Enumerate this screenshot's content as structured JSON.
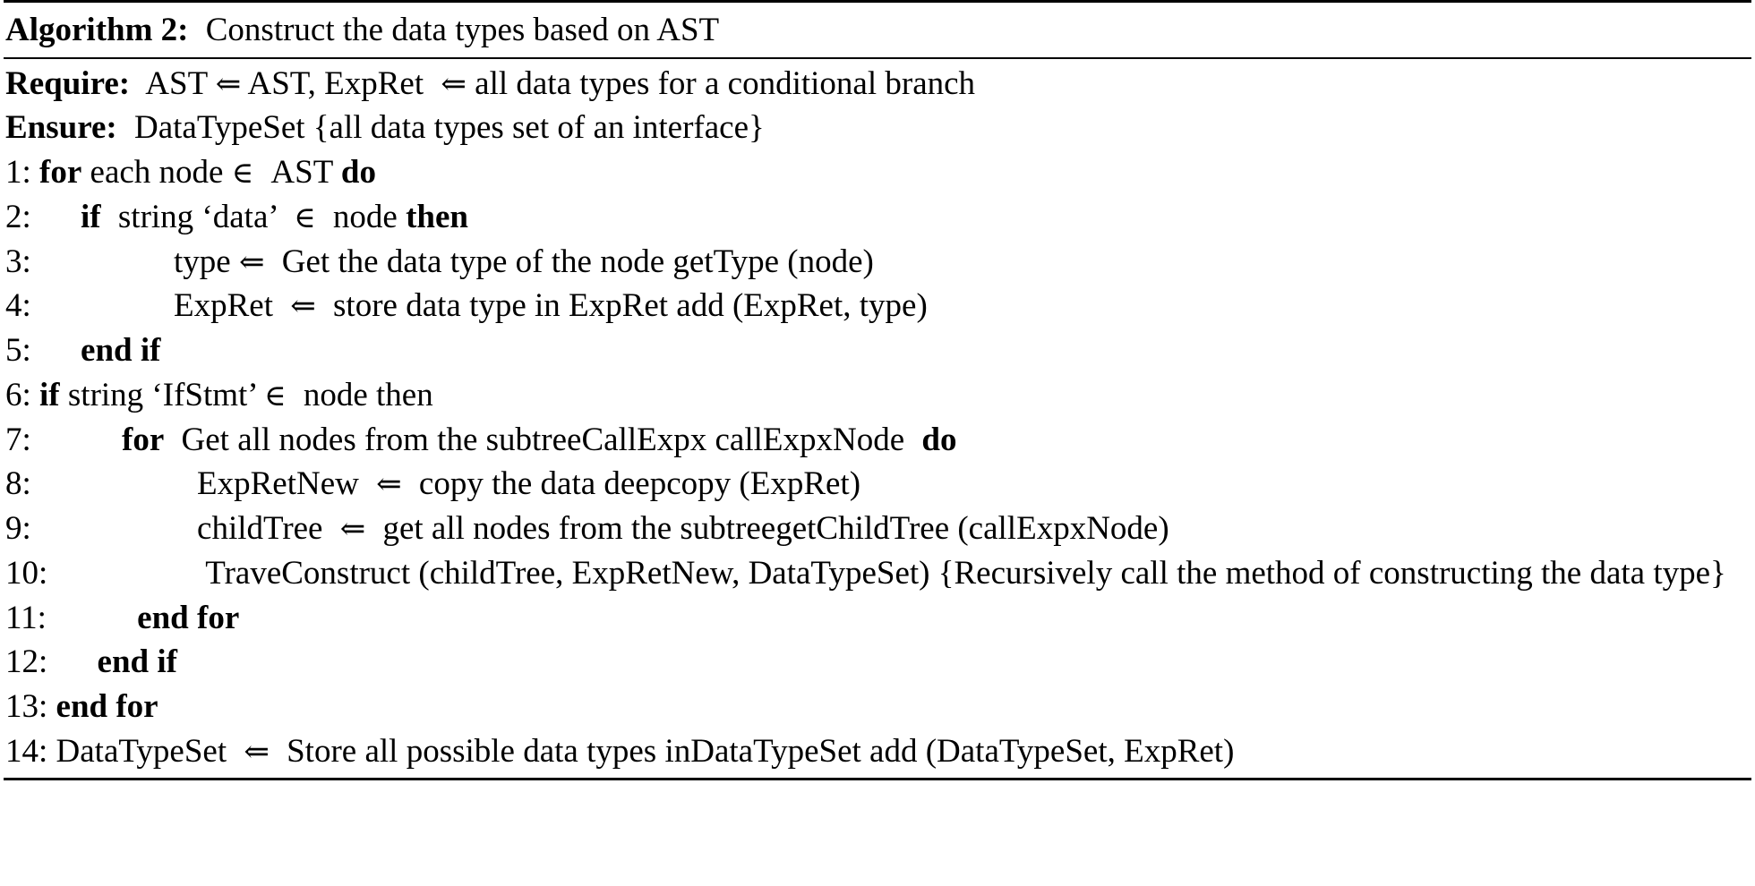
{
  "algorithm": {
    "caption_label": "Algorithm 2:",
    "caption_title": "Construct the data types based on AST",
    "require": {
      "label": "Require:",
      "text_a": "AST",
      "arrow": "⇐",
      "text_b": "AST, ExpRet",
      "arrow2": "⇐",
      "text_c": "all data types for a conditional branch"
    },
    "ensure": {
      "label": "Ensure:",
      "text": "DataTypeSet  {all data types set of an interface}"
    },
    "symbols": {
      "gets": "⇐",
      "member": "∈",
      "lbrace": "{",
      "rbrace": "}"
    },
    "lines": [
      {
        "number": "1:",
        "indent": 0,
        "kw_open": "for",
        "text_a": "each node",
        "member": "∈",
        "text_b": "AST",
        "kw_close": "do"
      },
      {
        "number": "2:",
        "indent": 1,
        "kw_open": "if",
        "text_a": "string ‘data’",
        "member": "∈",
        "text_b": "node",
        "kw_close": "then"
      },
      {
        "number": "3:",
        "indent": 3,
        "lhs": "type",
        "gets": "⇐",
        "rhs": "Get the data type of the node getType (node)"
      },
      {
        "number": "4:",
        "indent": 3,
        "lhs": "ExpRet",
        "gets": "⇐",
        "rhs": "store data type in ExpRet  add (ExpRet, type)"
      },
      {
        "number": "5:",
        "indent": 1,
        "kw_only": "end if"
      },
      {
        "number": "6:",
        "indent": 0,
        "kw_open": "if",
        "text_a": "string ‘IfStmt’",
        "member": "∈",
        "text_b": "node then",
        "kw_close": ""
      },
      {
        "number": "7:",
        "indent": 1,
        "kw_open": "for",
        "text_a": "Get all nodes from the subtreeCallExpx  callExpxNode",
        "kw_close": "do"
      },
      {
        "number": "8:",
        "indent": 4,
        "lhs": "ExpRetNew",
        "gets": "⇐",
        "rhs": "copy the data deepcopy (ExpRet)"
      },
      {
        "number": "9:",
        "indent": 4,
        "lhs": "childTree",
        "gets": "⇐",
        "rhs": "get all nodes from the subtreegetChildTree (callExpxNode)"
      },
      {
        "number": "10:",
        "indent": 4,
        "wrapped": true,
        "text": "TraveConstruct (childTree, ExpRetNew, DataTypeSet) {Recursively call the method of constructing the data type}"
      },
      {
        "number": "11:",
        "indent": 2,
        "kw_only": "end for"
      },
      {
        "number": "12:",
        "indent": 1,
        "kw_only": "end if"
      },
      {
        "number": "13:",
        "indent": 0,
        "kw_only": "end for"
      },
      {
        "number": "14:",
        "indent": 0,
        "lhs": "DataTypeSet",
        "gets": "⇐",
        "rhs": "Store all possible data types inDataTypeSet  add (DataTypeSet, ExpRet)"
      }
    ]
  }
}
